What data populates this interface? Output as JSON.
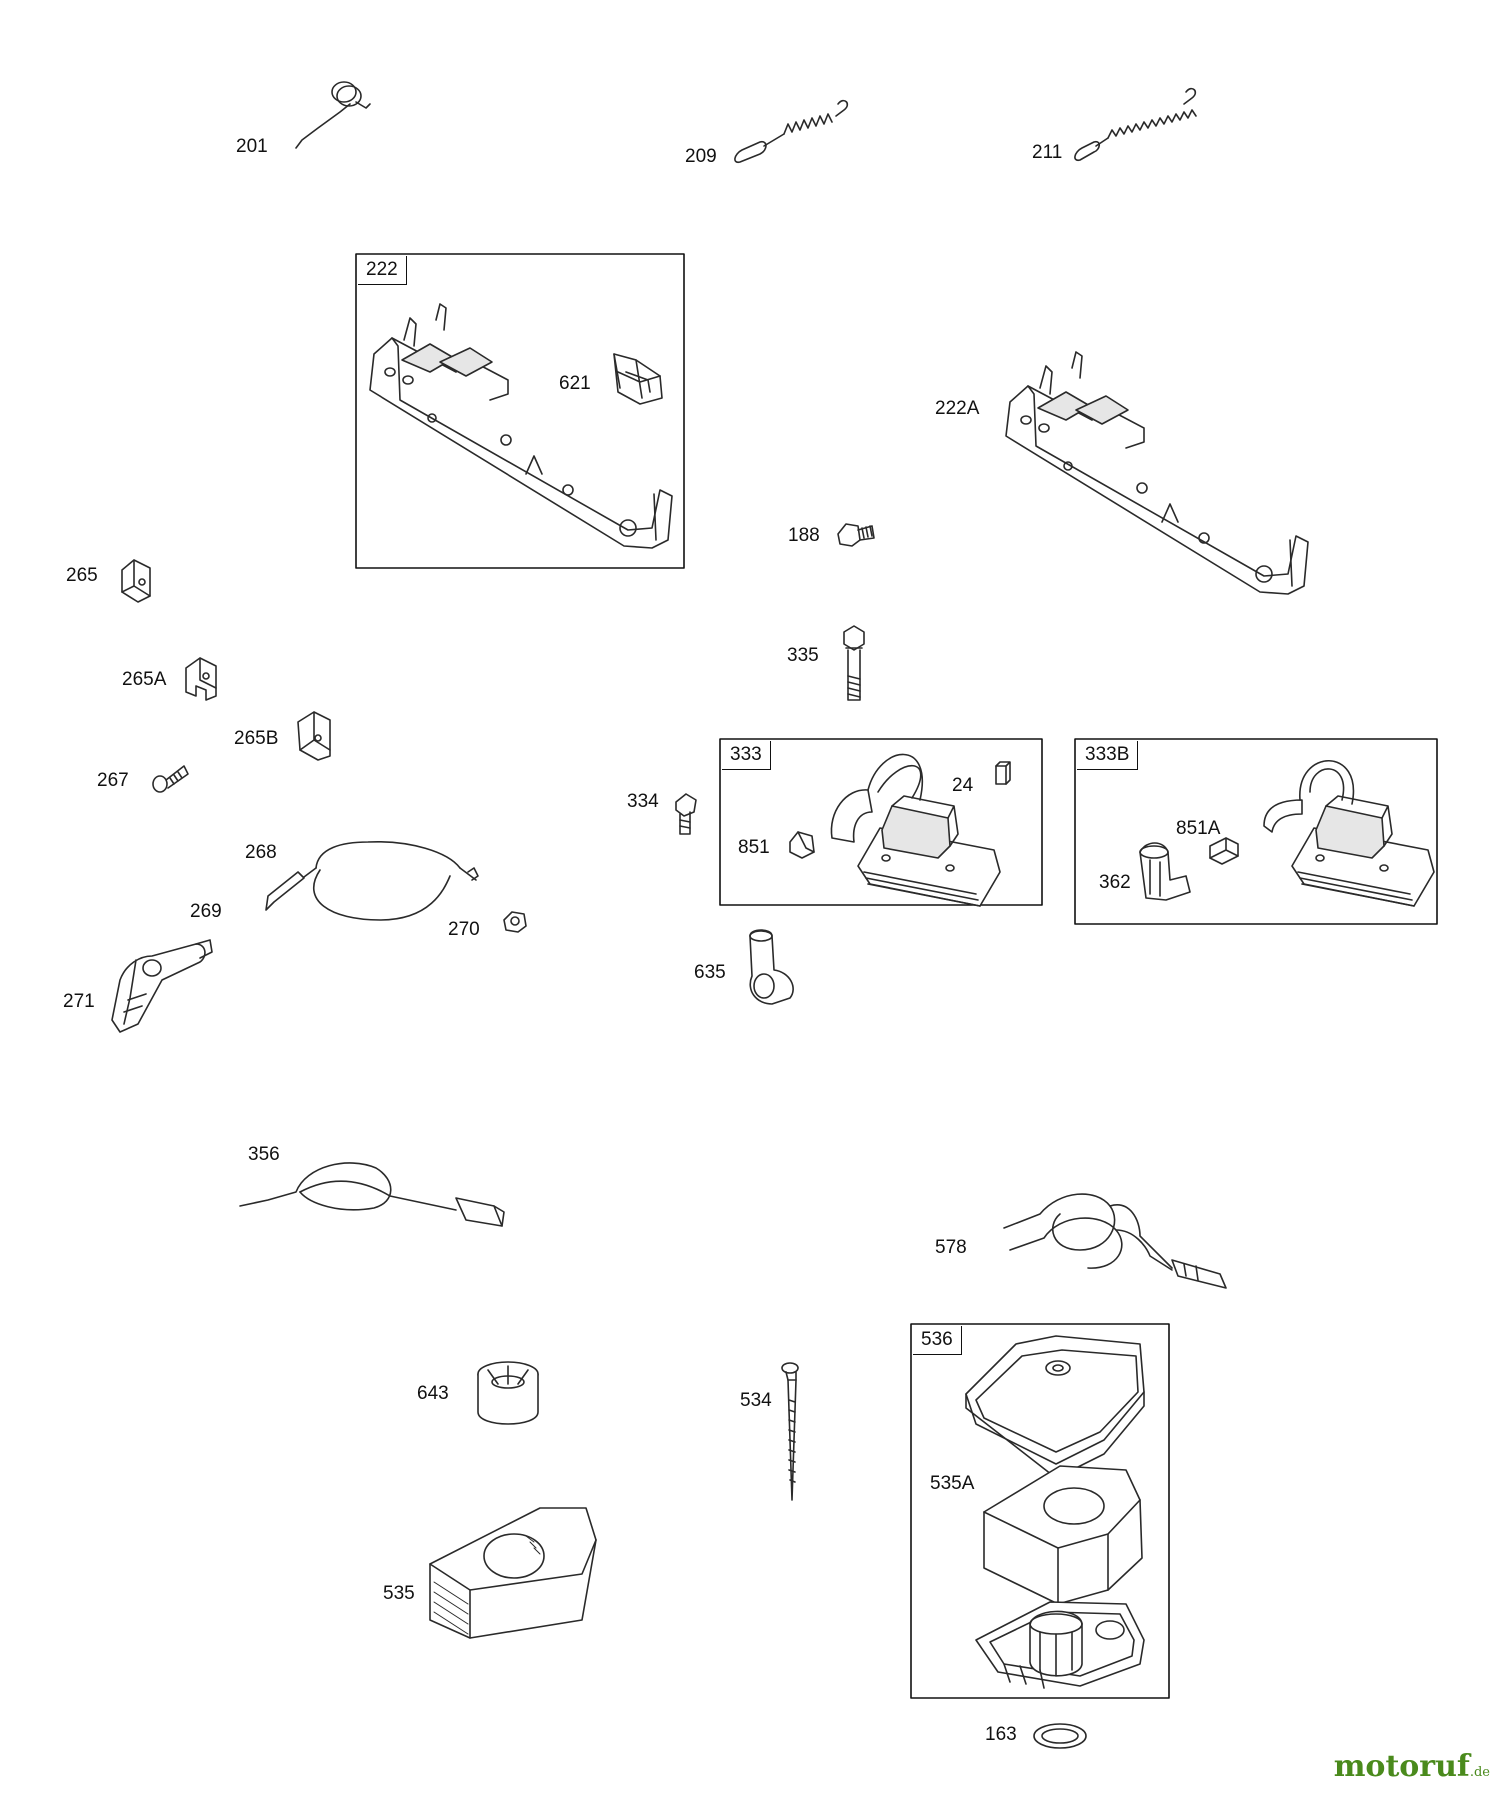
{
  "parts": {
    "p201": "201",
    "p209": "209",
    "p211": "211",
    "p621": "621",
    "p222A": "222A",
    "p188": "188",
    "p265": "265",
    "p265A": "265A",
    "p265B": "265B",
    "p267": "267",
    "p335": "335",
    "p334": "334",
    "p24": "24",
    "p851": "851",
    "p851A": "851A",
    "p362": "362",
    "p268": "268",
    "p269": "269",
    "p270": "270",
    "p271": "271",
    "p635": "635",
    "p356": "356",
    "p578": "578",
    "p643": "643",
    "p534": "534",
    "p535A": "535A",
    "p535": "535",
    "p163": "163"
  },
  "kits": {
    "k222": "222",
    "k333": "333",
    "k333B": "333B",
    "k536": "536"
  },
  "watermark": {
    "brand": "motoruf",
    "tld": ".de",
    "color": "#4a8a1c"
  }
}
